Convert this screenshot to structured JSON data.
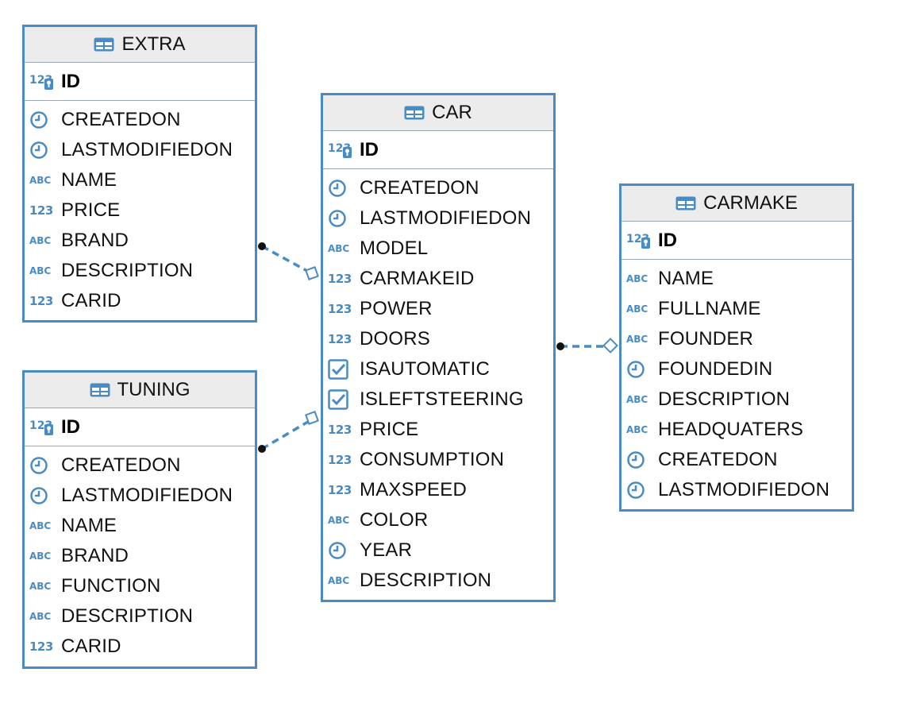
{
  "colors": {
    "border": "#4a8bc4",
    "header_bg": "#ececec",
    "icon": "#4a8bc4",
    "connector": "#4a8bc4"
  },
  "entities": {
    "extra": {
      "name": "EXTRA",
      "pk": {
        "label": "ID",
        "type": "key"
      },
      "columns": [
        {
          "label": "CREATEDON",
          "type": "datetime"
        },
        {
          "label": "LASTMODIFIEDON",
          "type": "datetime"
        },
        {
          "label": "NAME",
          "type": "string"
        },
        {
          "label": "PRICE",
          "type": "number"
        },
        {
          "label": "BRAND",
          "type": "string"
        },
        {
          "label": "DESCRIPTION",
          "type": "string"
        },
        {
          "label": "CARID",
          "type": "number"
        }
      ]
    },
    "tuning": {
      "name": "TUNING",
      "pk": {
        "label": "ID",
        "type": "key"
      },
      "columns": [
        {
          "label": "CREATEDON",
          "type": "datetime"
        },
        {
          "label": "LASTMODIFIEDON",
          "type": "datetime"
        },
        {
          "label": "NAME",
          "type": "string"
        },
        {
          "label": "BRAND",
          "type": "string"
        },
        {
          "label": "FUNCTION",
          "type": "string"
        },
        {
          "label": "DESCRIPTION",
          "type": "string"
        },
        {
          "label": "CARID",
          "type": "number"
        }
      ]
    },
    "car": {
      "name": "CAR",
      "pk": {
        "label": "ID",
        "type": "key"
      },
      "columns": [
        {
          "label": "CREATEDON",
          "type": "datetime"
        },
        {
          "label": "LASTMODIFIEDON",
          "type": "datetime"
        },
        {
          "label": "MODEL",
          "type": "string"
        },
        {
          "label": "CARMAKEID",
          "type": "number"
        },
        {
          "label": "POWER",
          "type": "number"
        },
        {
          "label": "DOORS",
          "type": "number"
        },
        {
          "label": "ISAUTOMATIC",
          "type": "boolean"
        },
        {
          "label": "ISLEFTSTEERING",
          "type": "boolean"
        },
        {
          "label": "PRICE",
          "type": "number"
        },
        {
          "label": "CONSUMPTION",
          "type": "number"
        },
        {
          "label": "MAXSPEED",
          "type": "number"
        },
        {
          "label": "COLOR",
          "type": "string"
        },
        {
          "label": "YEAR",
          "type": "datetime"
        },
        {
          "label": "DESCRIPTION",
          "type": "string"
        }
      ]
    },
    "carmake": {
      "name": "CARMAKE",
      "pk": {
        "label": "ID",
        "type": "key"
      },
      "columns": [
        {
          "label": "NAME",
          "type": "string"
        },
        {
          "label": "FULLNAME",
          "type": "string"
        },
        {
          "label": "FOUNDER",
          "type": "string"
        },
        {
          "label": "FOUNDEDIN",
          "type": "datetime"
        },
        {
          "label": "DESCRIPTION",
          "type": "string"
        },
        {
          "label": "HEADQUATERS",
          "type": "string"
        },
        {
          "label": "CREATEDON",
          "type": "datetime"
        },
        {
          "label": "LASTMODIFIEDON",
          "type": "datetime"
        }
      ]
    }
  },
  "relationships": [
    {
      "from": "EXTRA",
      "to": "CAR",
      "style": "dashed"
    },
    {
      "from": "TUNING",
      "to": "CAR",
      "style": "dashed"
    },
    {
      "from": "CAR",
      "to": "CARMAKE",
      "style": "dashed"
    }
  ]
}
